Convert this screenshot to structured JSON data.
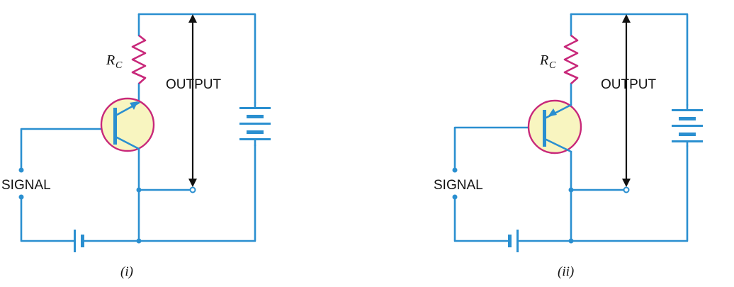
{
  "circuits": [
    {
      "resistor_label": "R",
      "resistor_subscript": "C",
      "output_label": "OUTPUT",
      "signal_label": "SIGNAL",
      "caption": "(i)"
    },
    {
      "resistor_label": "R",
      "resistor_subscript": "C",
      "output_label": "OUTPUT",
      "signal_label": "SIGNAL",
      "caption": "(ii)"
    }
  ],
  "colors": {
    "wire": "#2a8fd0",
    "resistor": "#c8287a",
    "transistor_fill": "#f8f5c0",
    "arrow": "#111111"
  }
}
